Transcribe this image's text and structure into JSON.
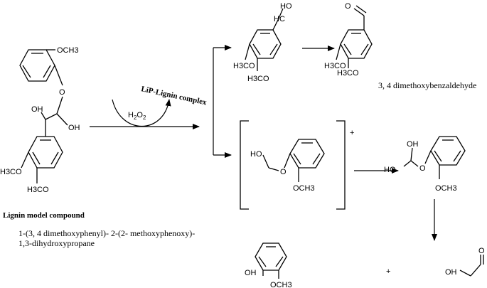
{
  "labels": {
    "och3_top": "OCH3",
    "o_ether": "O",
    "oh_left": "OH",
    "oh_right": "OH",
    "h3co_upper": "H3CO",
    "h3co_lower": "H3CO",
    "lignin_model": "Lignin model compound",
    "iupac_line1": "1-(3, 4 dimethoxyphenyl)- 2-(2- methoxyphenoxy)-",
    "iupac_line2": "1,3-dihydroxypropane",
    "lip_complex": "LiP-Lignin complex",
    "h2o2_main": "H",
    "h2o2_sub1": "2",
    "h2o2_o": "O",
    "h2o2_sub2": "2",
    "ho_benzyl": "HO",
    "hc_benzyl": "HC",
    "h3co_benzyl_upper": "H3CO",
    "h3co_benzyl_lower": "H3CO",
    "o_aldehyde": "O",
    "h3co_aldehyde_upper": "H3CO",
    "h3co_aldehyde_lower": "H3CO",
    "aldehyde_name": "3, 4 dimethoxybenzaldehyde",
    "bracket_ho": "HO",
    "bracket_o": "O",
    "bracket_och3": "OCH3",
    "bracket_charge": "+",
    "diol_ho": "HO",
    "diol_oh": "OH",
    "diol_o": "O",
    "diol_och3": "OCH3",
    "phenol_oh": "OH",
    "phenol_och3": "OCH3",
    "plus": "+",
    "glycol_oh": "OH",
    "glycol_o": "O"
  },
  "colors": {
    "ink": "#000000",
    "background": "#ffffff"
  }
}
